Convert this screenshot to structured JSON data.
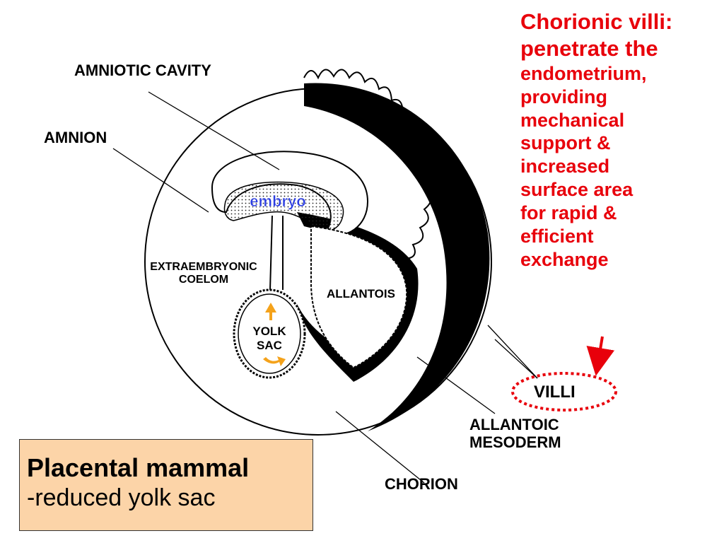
{
  "labels": {
    "amniotic_cavity": "AMNIOTIC CAVITY",
    "amnion": "AMNION",
    "embryo": "embryo",
    "extraembryonic_1": "EXTRAEMBRYONIC",
    "extraembryonic_2": "COELOM",
    "allantois": "ALLANTOIS",
    "yolk_1": "YOLK",
    "yolk_2": "SAC",
    "villi": "VILLI",
    "allantoic_1": "ALLANTOIC",
    "allantoic_2": "MESODERM",
    "chorion": "CHORION"
  },
  "callout": {
    "line1": "Chorionic villi:",
    "line2": "penetrate the",
    "lines": [
      "endometrium,",
      "providing",
      "mechanical",
      "support &",
      "increased",
      "surface area",
      "for rapid &",
      "efficient",
      "exchange"
    ]
  },
  "box": {
    "title": "Placental mammal",
    "subtitle": "-reduced yolk sac"
  },
  "colors": {
    "callout": "#e8000b",
    "embryo_label": "#2b3de0",
    "arrows": "#f4a21b",
    "box_fill": "#fcd4a8"
  }
}
